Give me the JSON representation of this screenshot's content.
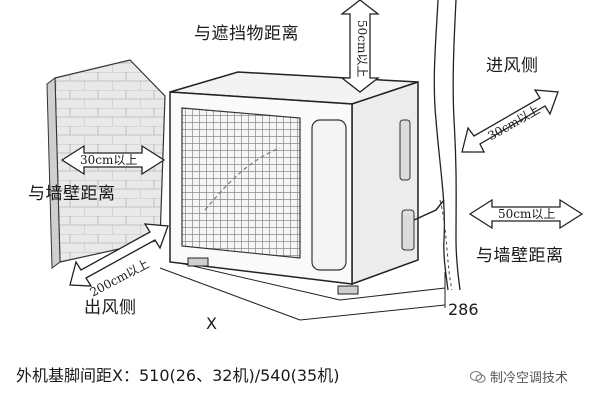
{
  "labels": {
    "obstacle_distance": "与遮挡物距离",
    "top_clearance": "50cm以上",
    "inlet_side": "进风侧",
    "inlet_clearance": "30cm以上",
    "right_clearance": "50cm以上",
    "right_wall_distance": "与墙壁距离",
    "left_clearance": "30cm以上",
    "left_wall_distance": "与墙壁距离",
    "front_clearance": "200cm以上",
    "outlet_side": "出风侧",
    "dim_x": "X",
    "dim_depth": "286"
  },
  "caption": "外机基脚间距X：510(26、32机)/540(35机)",
  "watermark": "制冷空调技术",
  "icons": {
    "watermark": "wechat-icon"
  }
}
